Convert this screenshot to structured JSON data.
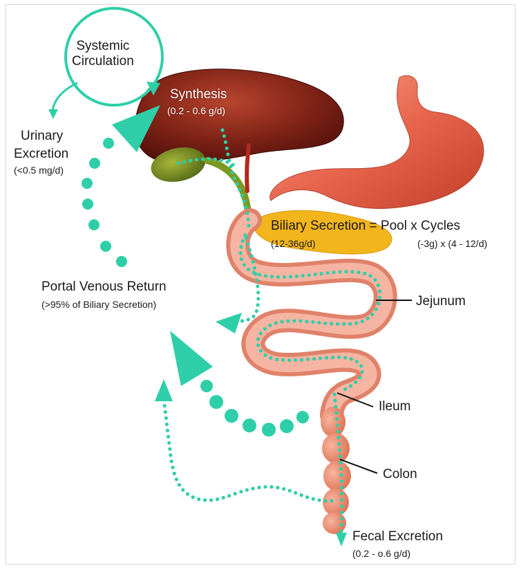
{
  "colors": {
    "accent": "#2ecfa8",
    "liver": "#7a1d14",
    "gallbladder": "#6f8a1e",
    "stomach": "#e8664e",
    "intestine": "#f2a08a",
    "pancreas": "#f2b51c"
  },
  "labels": {
    "systemic_line1": "Systemic",
    "systemic_line2": "Circulation",
    "synthesis_title": "Synthesis",
    "synthesis_value": "(0.2 - 0.6 g/d)",
    "urinary_line1": "Urinary",
    "urinary_line2": "Excretion",
    "urinary_value": "(<0.5 mg/d)",
    "biliary_title": "Biliary Secretion = Pool x Cycles",
    "biliary_value": "(12-36g/d)",
    "biliary_formula": "(-3g) x (4 - 12/d)",
    "portal_title": "Portal Venous Return",
    "portal_value": "(>95% of Biliary Secretion)",
    "jejunum": "Jejunum",
    "ileum": "Ileum",
    "colon": "Colon",
    "fecal_title": "Fecal Excretion",
    "fecal_value": "(0.2 - o.6 g/d)"
  }
}
